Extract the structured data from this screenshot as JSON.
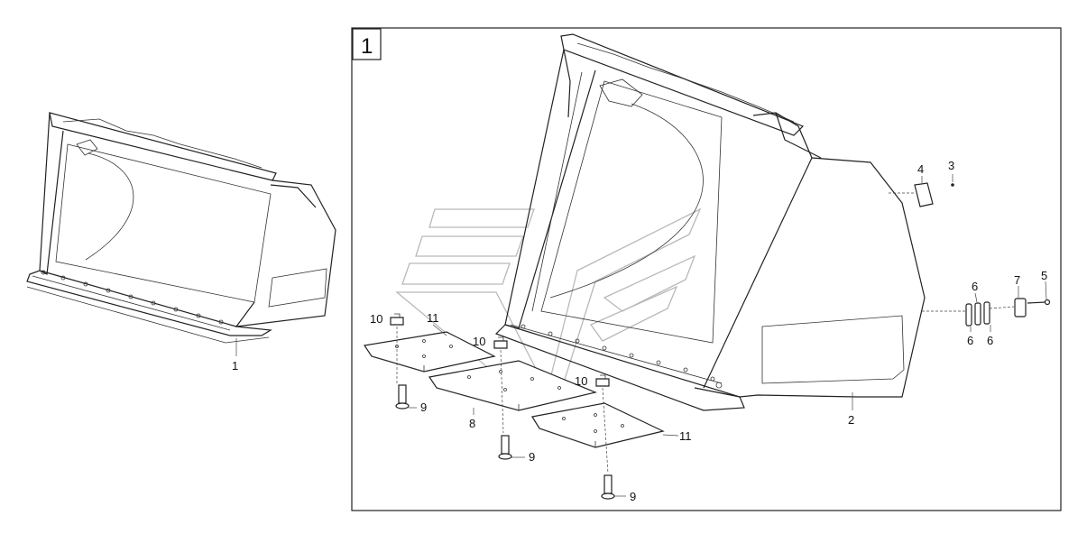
{
  "overview": {
    "callout": "1"
  },
  "detail_frame": {
    "number": "1"
  },
  "callouts": {
    "bucket_body": "2",
    "part_3": "3",
    "part_4": "4",
    "part_5": "5",
    "part_6_top": "6",
    "part_6_left": "6",
    "part_6_right": "6",
    "part_7": "7",
    "cutting_edge": "8",
    "bolt_left": "9",
    "bolt_middle": "9",
    "bolt_right": "9",
    "nut_left": "10",
    "nut_middle": "10",
    "nut_right": "10",
    "edge_segment_top": "11",
    "edge_segment_right": "11"
  },
  "colors": {
    "line": "#222222",
    "watermark": "#b9b9b9",
    "background": "#ffffff"
  }
}
